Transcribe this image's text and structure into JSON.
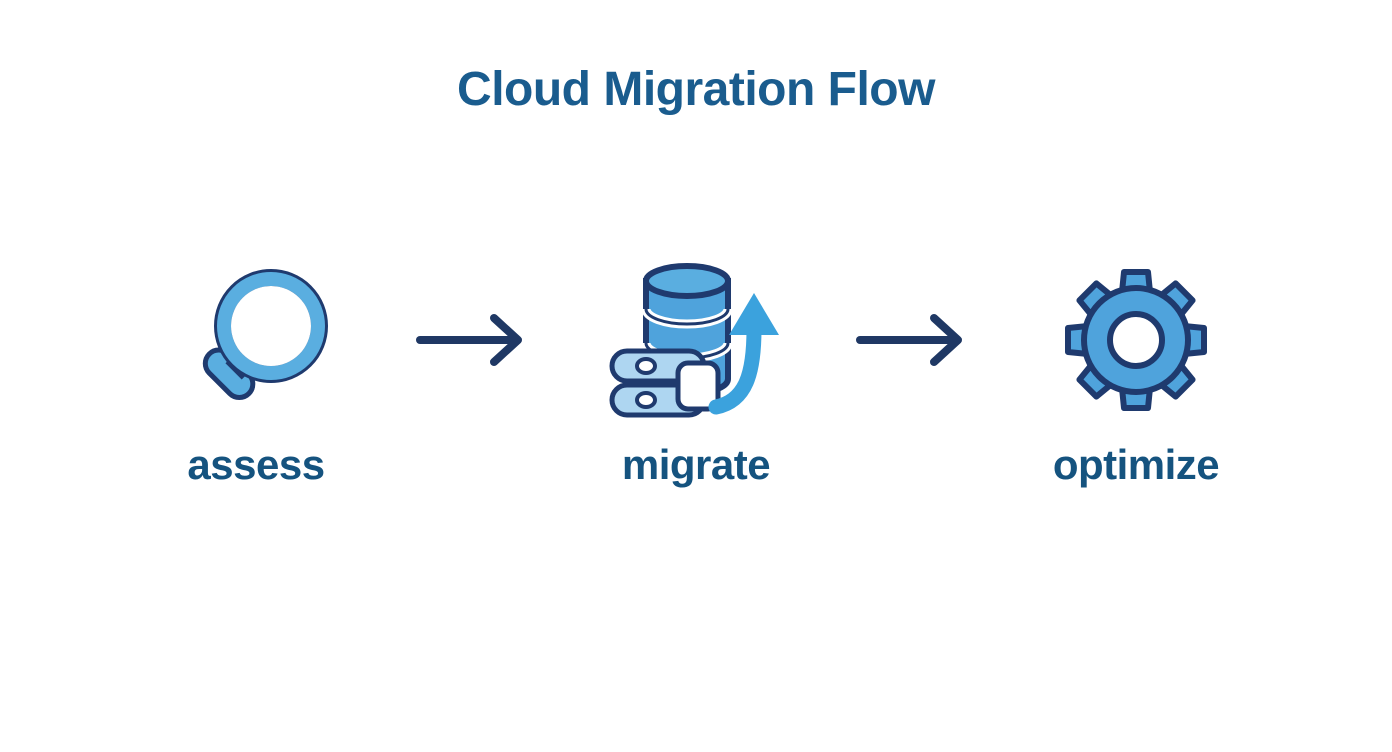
{
  "page": {
    "background_color": "#ffffff",
    "title": "Cloud Migration Flow"
  },
  "theme": {
    "title_color": "#1a5c8e",
    "label_color": "#15537f",
    "icon_fill": "#4fa3dc",
    "icon_fill_light": "#aed6f1",
    "icon_outline": "#1f3a6e",
    "arrow_color": "#1f3864",
    "white": "#ffffff"
  },
  "flow": {
    "steps": [
      {
        "id": "assess",
        "label": "assess",
        "icon": "magnifier-icon"
      },
      {
        "id": "migrate",
        "label": "migrate",
        "icon": "database-migration-icon"
      },
      {
        "id": "optimize",
        "label": "optimize",
        "icon": "gear-icon"
      }
    ],
    "connectors": [
      {
        "id": "assess-to-migrate",
        "icon": "arrow-right-icon"
      },
      {
        "id": "migrate-to-optimize",
        "icon": "arrow-right-icon"
      }
    ]
  }
}
